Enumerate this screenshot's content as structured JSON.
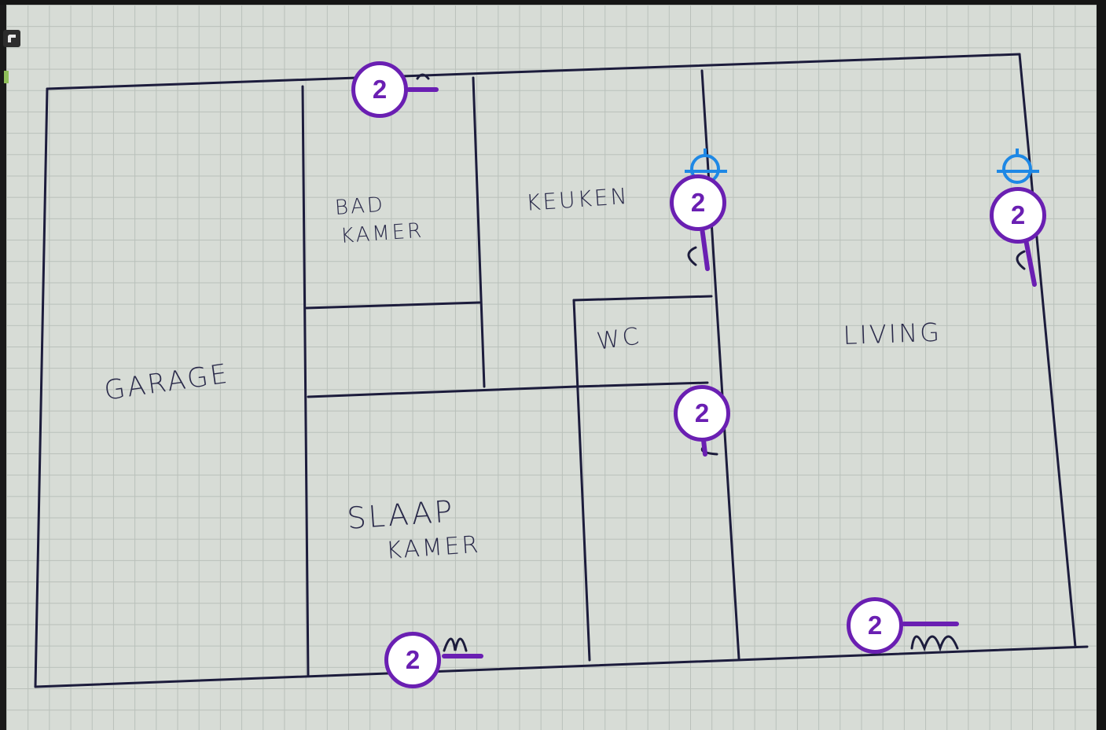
{
  "rooms": {
    "garage": "GARAGE",
    "badkamer_line1": "BAD",
    "badkamer_line2": "KAMER",
    "keuken": "KEUKEN",
    "wc": "WC",
    "living": "LIVING",
    "slaapkamer_line1": "SLAAP",
    "slaapkamer_line2": "KAMER"
  },
  "markers": [
    {
      "label": "2"
    },
    {
      "label": "2"
    },
    {
      "label": "2"
    },
    {
      "label": "2"
    },
    {
      "label": "2"
    },
    {
      "label": "2"
    }
  ],
  "colors": {
    "marker": "#6a1fb2",
    "crosshair": "#1e88e5",
    "ink": "#1c1c3c"
  },
  "icons": [
    "crosshair-icon",
    "crosshair-icon"
  ]
}
